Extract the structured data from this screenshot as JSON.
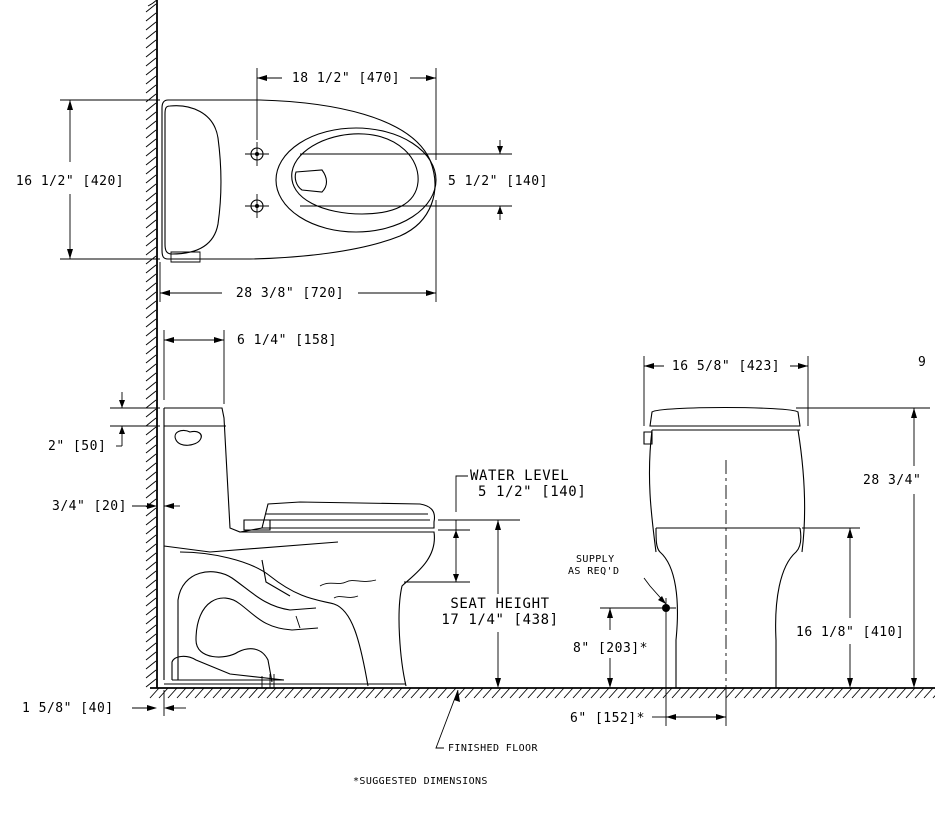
{
  "top_view": {
    "length_dim": "18 1/2\" [470]",
    "width_dim": "16 1/2\" [420]",
    "bowl_dim": "5 1/2\" [140]",
    "overall_length_dim": "28 3/8\" [720]"
  },
  "side_view": {
    "tank_depth_dim": "6 1/4\" [158]",
    "lid_dim": "2\" [50]",
    "wall_gap_dim": "3/4\" [20]",
    "water_level_label": "WATER LEVEL",
    "water_level_dim": "5 1/2\" [140]",
    "seat_height_label": "SEAT HEIGHT",
    "seat_height_dim": "17 1/4\" [438]",
    "rough_in_dim": "1 5/8\" [40]",
    "floor_label": "FINISHED FLOOR"
  },
  "front_view": {
    "width_dim": "16 5/8\" [423]",
    "height_dim": "28 3/4\"",
    "edge_mark": "9",
    "supply_label_1": "SUPPLY",
    "supply_label_2": "AS REQ'D",
    "supply_height_dim": "8\" [203]*",
    "supply_offset_dim": "6\" [152]*",
    "bowl_height_dim": "16 1/8\" [410]"
  },
  "footnote": "*SUGGESTED DIMENSIONS"
}
